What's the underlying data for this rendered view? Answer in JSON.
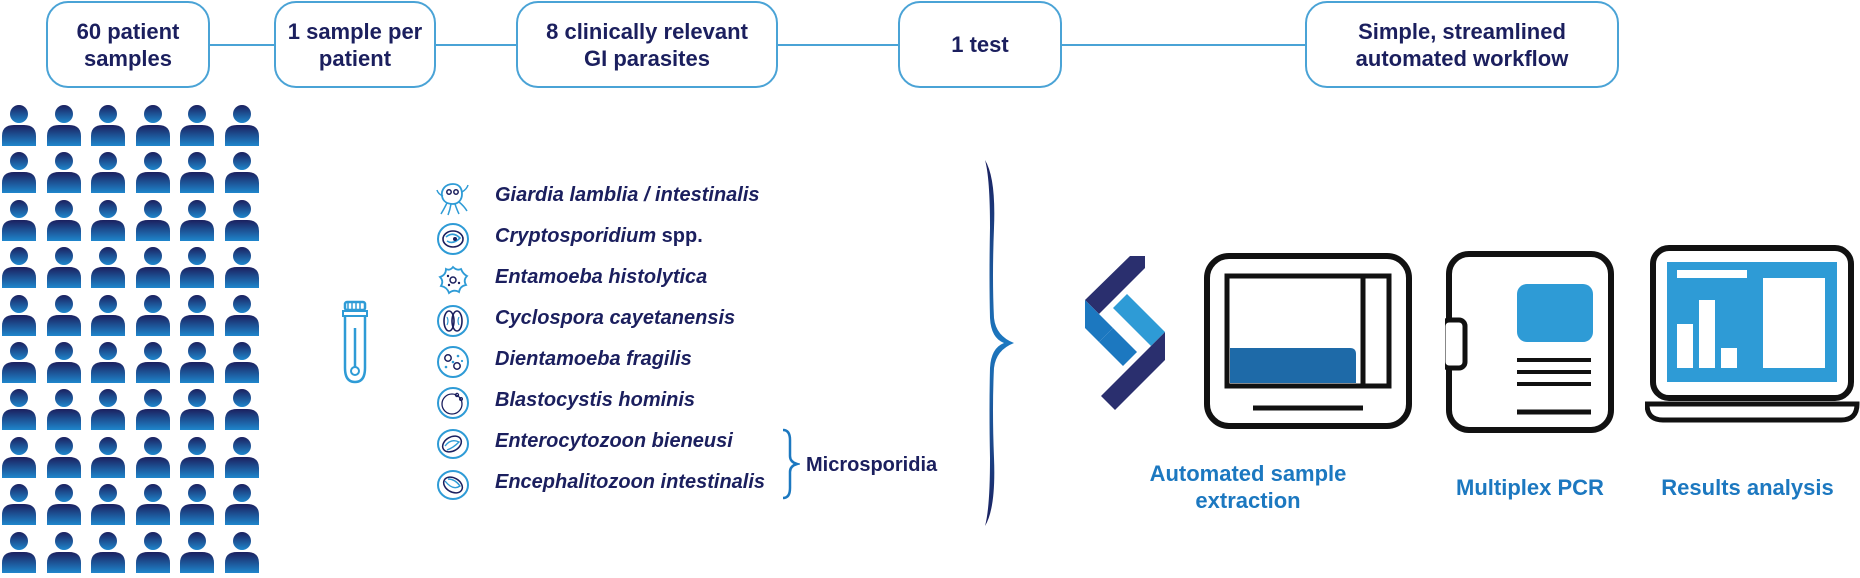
{
  "workflow_steps": [
    {
      "label": "60 patient\nsamples"
    },
    {
      "label": "1 sample per\npatient"
    },
    {
      "label": "8 clinically relevant\nGI parasites"
    },
    {
      "label": "1 test"
    },
    {
      "label": "Simple, streamlined\nautomated workflow"
    }
  ],
  "patients": {
    "count": 60,
    "rows": 10,
    "columns": 6,
    "icon": "person-icon"
  },
  "sample_icon": "sample-tube-icon",
  "parasites": [
    {
      "name": "Giardia lamblia / intestinalis",
      "suffix": "",
      "icon": "giardia-icon"
    },
    {
      "name": "Cryptosporidium",
      "suffix": " spp.",
      "icon": "cryptosporidium-icon"
    },
    {
      "name": "Entamoeba histolytica",
      "suffix": "",
      "icon": "entamoeba-icon"
    },
    {
      "name": "Cyclospora cayetanensis",
      "suffix": "",
      "icon": "cyclospora-icon"
    },
    {
      "name": "Dientamoeba fragilis",
      "suffix": "",
      "icon": "dientamoeba-icon"
    },
    {
      "name": "Blastocystis hominis",
      "suffix": "",
      "icon": "blastocystis-icon"
    },
    {
      "name": "Enterocytozoon bieneusi",
      "suffix": "",
      "icon": "enterocytozoon-icon"
    },
    {
      "name": "Encephalitozoon intestinalis",
      "suffix": "",
      "icon": "encephalitozoon-icon"
    }
  ],
  "microsporidia_label": "Microsporidia",
  "instruments": [
    {
      "caption": "Automated sample\nextraction",
      "icon": "extraction-instrument-icon"
    },
    {
      "caption": "Multiplex PCR",
      "icon": "pcr-instrument-icon"
    },
    {
      "caption": "Results analysis",
      "icon": "results-laptop-icon"
    }
  ],
  "colors": {
    "navy": "#1b1f5e",
    "accent_blue": "#1c78c0",
    "light_blue": "#4aa3d6",
    "icon_blue": "#2e9bd6",
    "dark": "#111111"
  }
}
